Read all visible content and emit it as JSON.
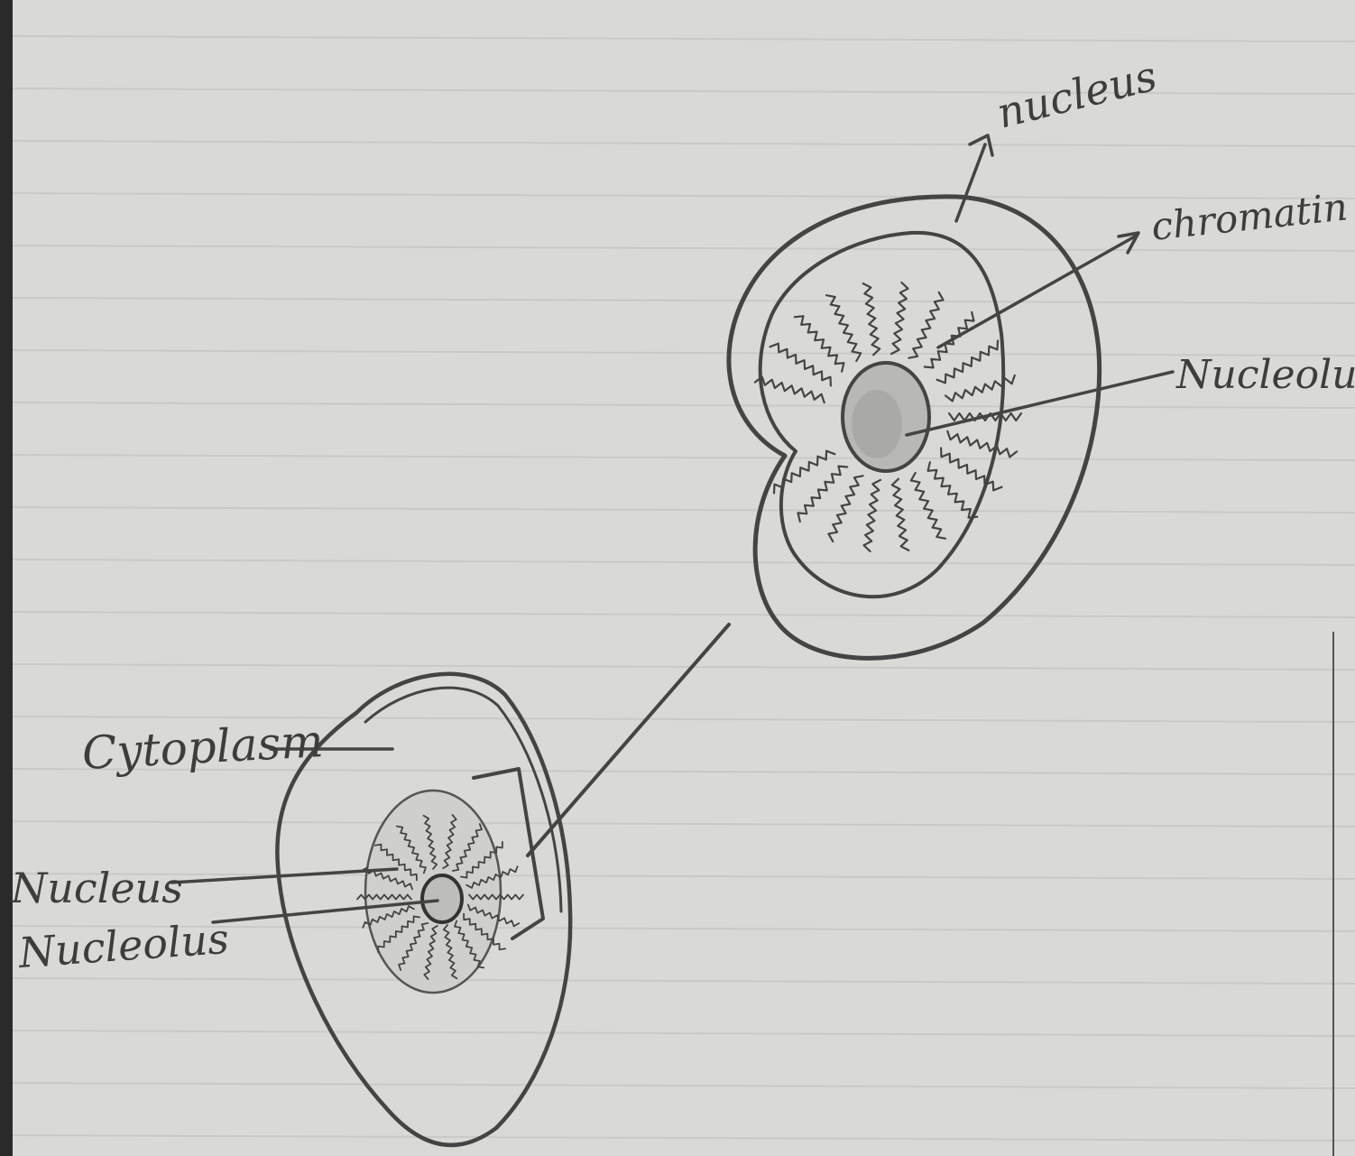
{
  "colors": {
    "paper": "#d9dad6",
    "rule_line": "#c9cac6",
    "pencil": "#444444",
    "shadow_edge": "#2a2a2a"
  },
  "labels": {
    "enlarged_nucleus": "nucleus",
    "enlarged_chromatin": "chromatin",
    "enlarged_nucleolus": "Nucleolus",
    "cell_cytoplasm": "Cytoplasm",
    "cell_nucleus": "Nucleus",
    "cell_nucleolus": "Nucleolus"
  }
}
